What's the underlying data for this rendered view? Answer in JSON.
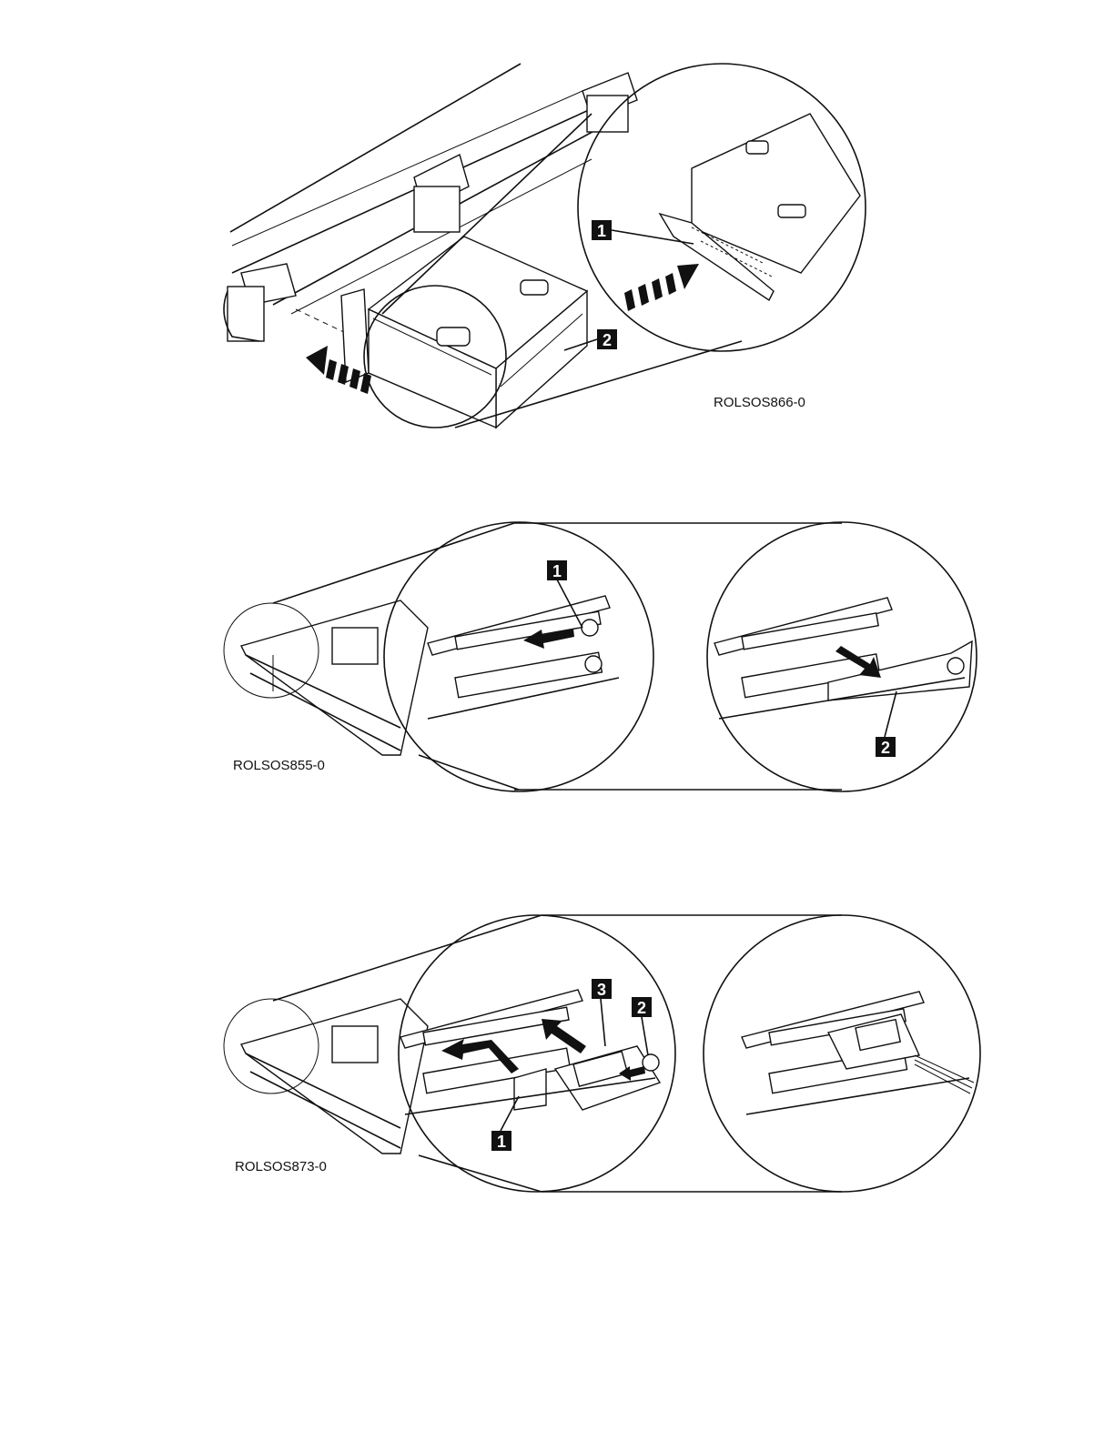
{
  "figures": [
    {
      "id": "ROLSOS866-0",
      "callouts": [
        "1",
        "2"
      ]
    },
    {
      "id": "ROLSOS855-0",
      "callouts": [
        "1",
        "2"
      ]
    },
    {
      "id": "ROLSOS873-0",
      "callouts": [
        "1",
        "2",
        "3"
      ]
    }
  ],
  "colors": {
    "ink": "#111111",
    "paper": "#ffffff"
  }
}
